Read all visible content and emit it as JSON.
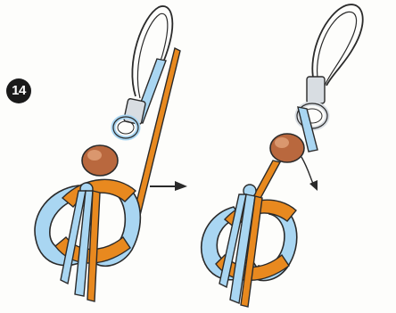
{
  "step": {
    "number": "14"
  },
  "figures": [
    {
      "name": "before",
      "description_icon": "strap-with-bead-and-ring-icon"
    },
    {
      "name": "after",
      "description_icon": "strap-with-bead-and-ring-pulled-icon"
    }
  ],
  "transition_arrow_icon": "right-arrow-icon",
  "colors": {
    "cord_orange": "#e8891f",
    "cord_orange_dark": "#c9651a",
    "ribbon_blue": "#a9d6f2",
    "ribbon_blue_dark": "#6fa9d1",
    "bead_brown": "#b9683e",
    "bead_highlight": "#e2a37a",
    "loop_gray": "#d8dde2",
    "outline": "#2a2a2a"
  }
}
